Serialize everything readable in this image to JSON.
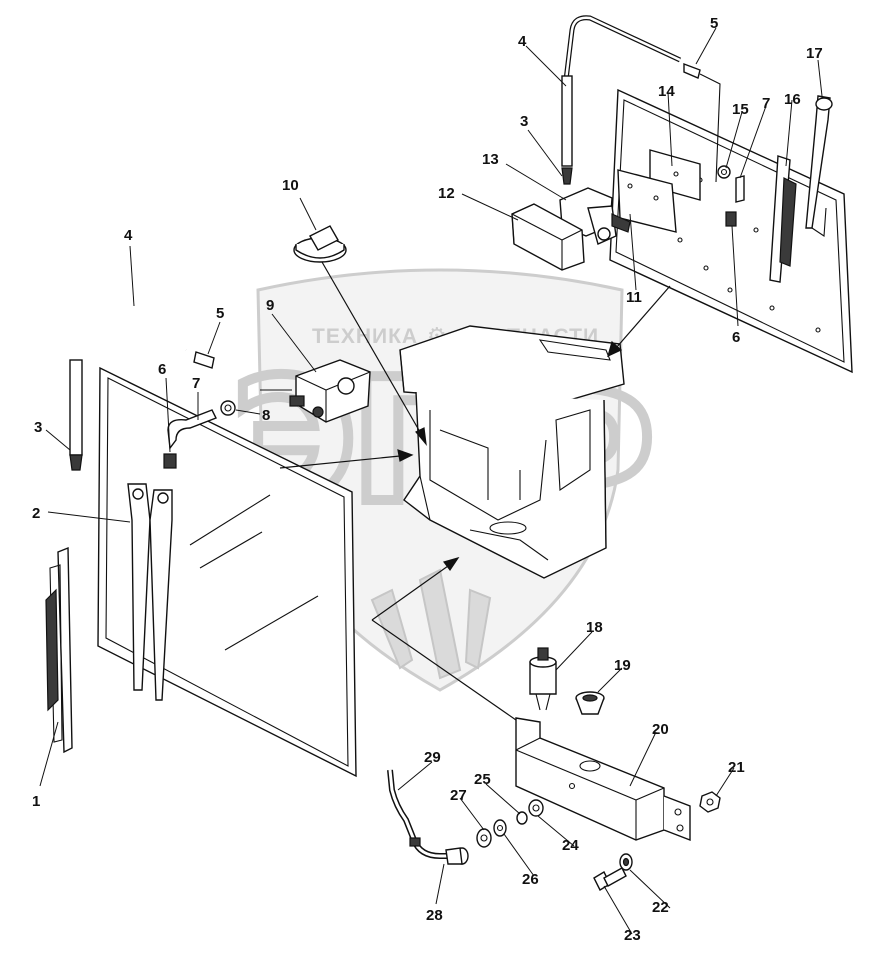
{
  "watermark": {
    "left_text": "ТЕХНИКА",
    "right_text": "ЗАПЧАСТИ",
    "logo_letters": "ЭПФ",
    "color": "#c8c8c8"
  },
  "callouts": [
    {
      "id": "c1",
      "label": "1"
    },
    {
      "id": "c2",
      "label": "2"
    },
    {
      "id": "c3a",
      "label": "3"
    },
    {
      "id": "c4a",
      "label": "4"
    },
    {
      "id": "c5a",
      "label": "5"
    },
    {
      "id": "c6a",
      "label": "6"
    },
    {
      "id": "c7a",
      "label": "7"
    },
    {
      "id": "c8",
      "label": "8"
    },
    {
      "id": "c9",
      "label": "9"
    },
    {
      "id": "c10",
      "label": "10"
    },
    {
      "id": "c3b",
      "label": "3"
    },
    {
      "id": "c4b",
      "label": "4"
    },
    {
      "id": "c5b",
      "label": "5"
    },
    {
      "id": "c6b",
      "label": "6"
    },
    {
      "id": "c7b",
      "label": "7"
    },
    {
      "id": "c11",
      "label": "11"
    },
    {
      "id": "c12",
      "label": "12"
    },
    {
      "id": "c13",
      "label": "13"
    },
    {
      "id": "c14",
      "label": "14"
    },
    {
      "id": "c15",
      "label": "15"
    },
    {
      "id": "c16",
      "label": "16"
    },
    {
      "id": "c17",
      "label": "17"
    },
    {
      "id": "c18",
      "label": "18"
    },
    {
      "id": "c19",
      "label": "19"
    },
    {
      "id": "c20",
      "label": "20"
    },
    {
      "id": "c21",
      "label": "21"
    },
    {
      "id": "c22",
      "label": "22"
    },
    {
      "id": "c23",
      "label": "23"
    },
    {
      "id": "c24",
      "label": "24"
    },
    {
      "id": "c25",
      "label": "25"
    },
    {
      "id": "c26",
      "label": "26"
    },
    {
      "id": "c27",
      "label": "27"
    },
    {
      "id": "c28",
      "label": "28"
    },
    {
      "id": "c29",
      "label": "29"
    }
  ]
}
